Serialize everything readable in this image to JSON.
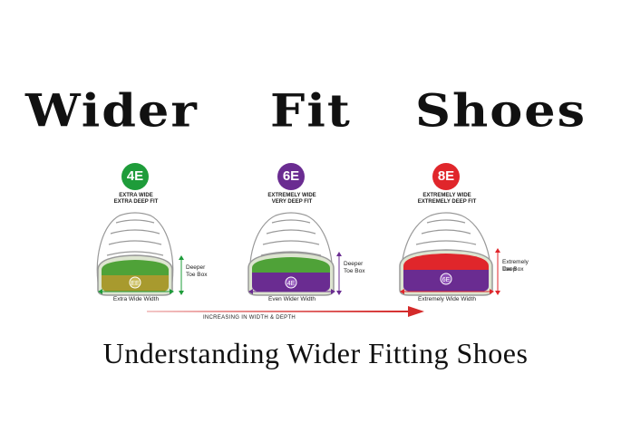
{
  "header": {
    "word1": "Wider",
    "word2": "Fit",
    "word3": "Shoes"
  },
  "panels": [
    {
      "badge": "4E",
      "line1": "EXTRA WIDE",
      "line2": "EXTRA DEEP FIT",
      "inner": "EE",
      "side1": "Deeper",
      "side2": "Toe Box",
      "width": "Extra Wide Width",
      "color": "#1e9c3a",
      "fill": "#a89a2e"
    },
    {
      "badge": "6E",
      "line1": "EXTREMELY WIDE",
      "line2": "VERY DEEP FIT",
      "inner": "4E",
      "side1": "Deeper",
      "side2": "Toe Box",
      "width": "Even Wider Width",
      "color": "#6a2c91",
      "fill": "#4fa238"
    },
    {
      "badge": "8E",
      "line1": "EXTREMELY WIDE",
      "line2": "EXTREMELY DEEP FIT",
      "inner": "6E",
      "side1": "Extremely Deep",
      "side2": "Toe Box",
      "width": "Extremely Wide Width",
      "color": "#e0262b",
      "fill": "#6a2c91"
    }
  ],
  "arrow": {
    "label": "INCREASING IN WIDTH & DEPTH",
    "color": "#d42a2a"
  },
  "footer": {
    "subtitle": "Understanding Wider Fitting Shoes"
  }
}
